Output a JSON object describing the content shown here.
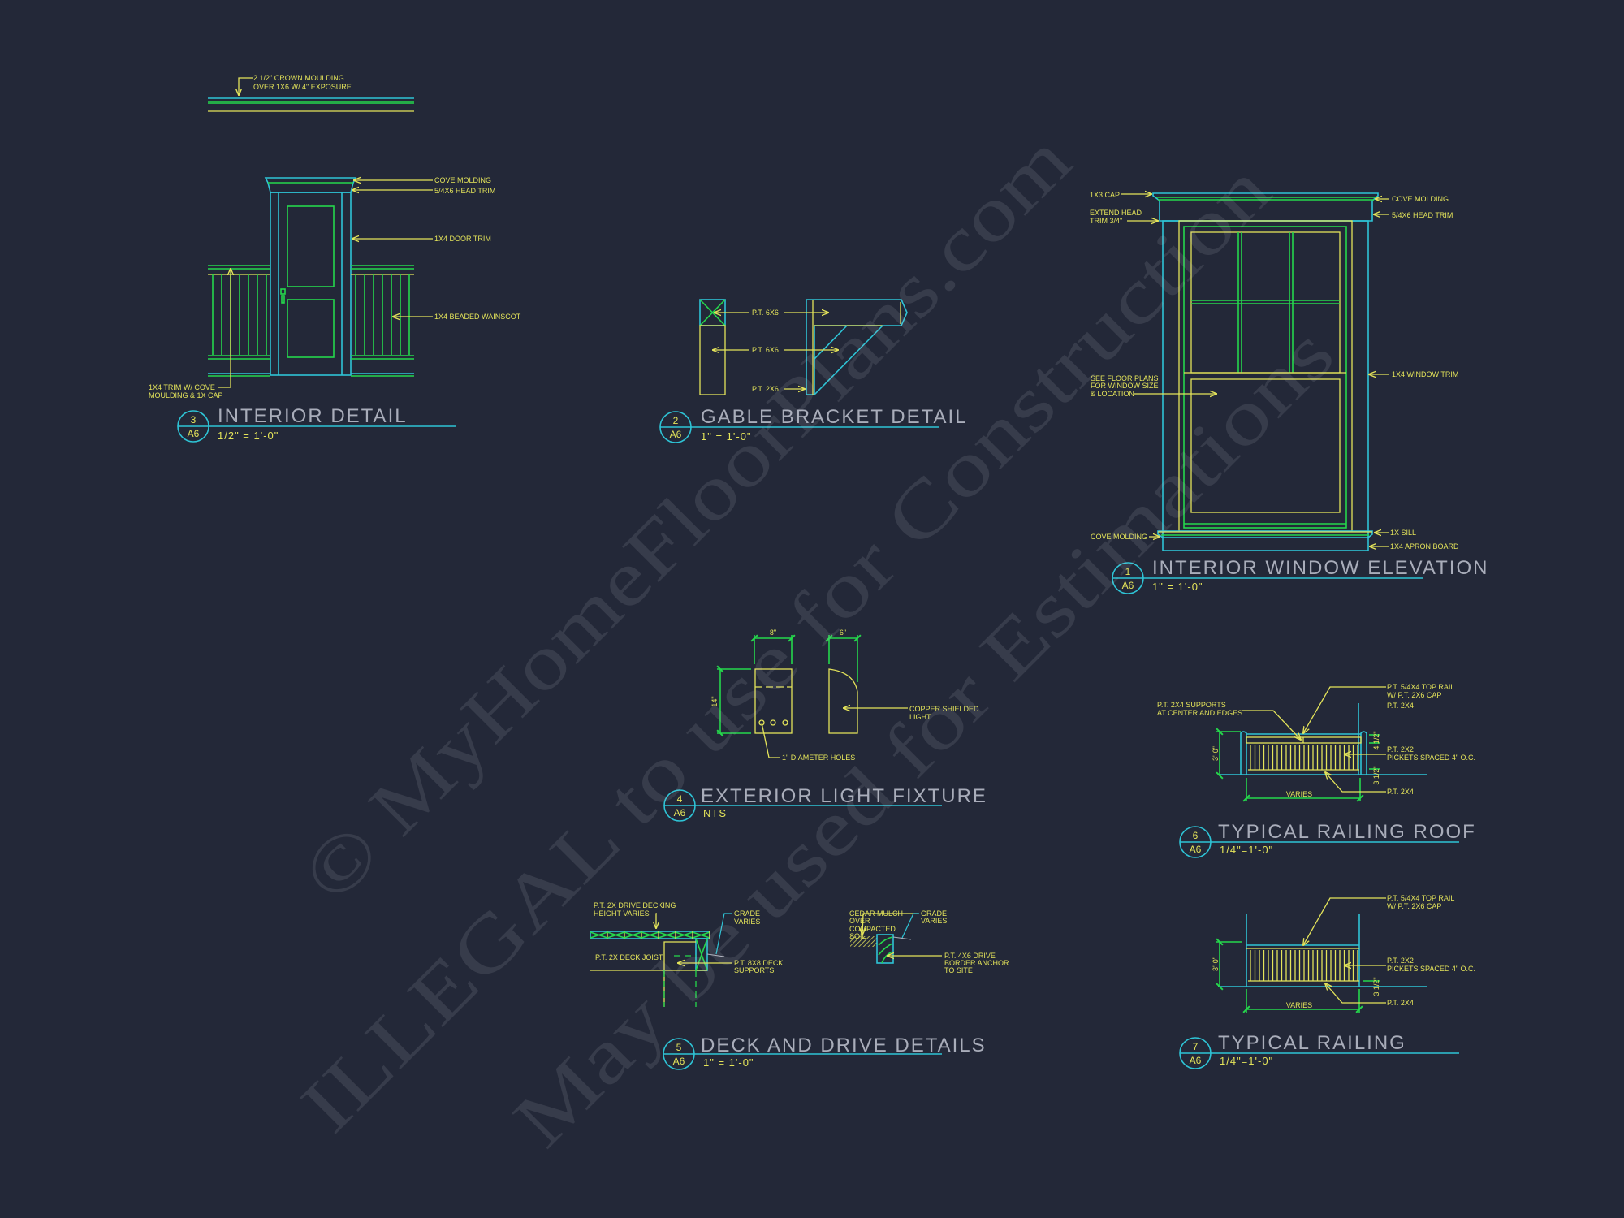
{
  "colors": {
    "background": "#232838",
    "annotation": "#e4e45a",
    "outline": "#2ec4d6",
    "detail": "#25d84c",
    "title": "#a9adba"
  },
  "watermark": [
    "© MyHomeFloorPlans.com",
    "ILLEGAL to use for Construction",
    "May be used for Estimations"
  ],
  "interior_detail": {
    "number": "3",
    "sheet": "A6",
    "title": "INTERIOR DETAIL",
    "scale": "1/2\" = 1'-0\"",
    "labels": [
      "2 1/2\" CROWN MOULDING",
      "OVER 1X6 W/ 4\" EXPOSURE",
      "COVE MOLDING",
      "5/4X6 HEAD TRIM",
      "1X4 DOOR TRIM",
      "1X4 BEADED WAINSCOT",
      "1X4 TRIM W/ COVE",
      "MOULDING & 1X CAP"
    ]
  },
  "gable_bracket": {
    "number": "2",
    "sheet": "A6",
    "title": "GABLE BRACKET DETAIL",
    "scale": "1\" = 1'-0\"",
    "labels": [
      "P.T. 6X6",
      "P.T. 6X6",
      "P.T. 2X6"
    ]
  },
  "window_elevation": {
    "number": "1",
    "sheet": "A6",
    "title": "INTERIOR WINDOW ELEVATION",
    "scale": "1\" = 1'-0\"",
    "labels": [
      "1X3 CAP",
      "EXTEND HEAD",
      "TRIM 3/4\"",
      "COVE MOLDING",
      "5/4X6 HEAD TRIM",
      "1X4 WINDOW TRIM",
      "SEE FLOOR PLANS",
      "FOR WINDOW SIZE",
      "& LOCATION",
      "COVE MOLDING",
      "1X SILL",
      "1X4 APRON BOARD"
    ]
  },
  "light_fixture": {
    "number": "4",
    "sheet": "A6",
    "title": "EXTERIOR LIGHT FIXTURE",
    "scale": "NTS",
    "labels": [
      "8\"",
      "6\"",
      "14\"",
      "COPPER SHIELDED",
      "LIGHT",
      "1\" DIAMETER HOLES"
    ]
  },
  "railing_roof": {
    "number": "6",
    "sheet": "A6",
    "title": "TYPICAL RAILING ROOF",
    "scale": "1/4\"=1'-0\"",
    "labels": [
      "P.T. 5/4X4 TOP RAIL",
      "W/ P.T. 2X6 CAP",
      "P.T. 2X4",
      "P.T. 2X4 SUPPORTS",
      "AT CENTER AND EDGES",
      "P.T. 2X2",
      "PICKETS SPACED 4\" O.C.",
      "P.T. 2X4",
      "3'-0\"",
      "VARIES",
      "4 1/2\"",
      "3 1/2\""
    ]
  },
  "railing": {
    "number": "7",
    "sheet": "A6",
    "title": "TYPICAL RAILING",
    "scale": "1/4\"=1'-0\"",
    "labels": [
      "P.T. 5/4X4 TOP RAIL",
      "W/ P.T. 2X6 CAP",
      "P.T. 2X2",
      "PICKETS SPACED 4\" O.C.",
      "P.T. 2X4",
      "3'-0\"",
      "VARIES",
      "3 1/2\""
    ]
  },
  "deck_drive": {
    "number": "5",
    "sheet": "A6",
    "title": "DECK AND DRIVE DETAILS",
    "scale": "1\" = 1'-0\"",
    "labels": [
      "P.T. 2X DRIVE DECKING",
      "HEIGHT VARIES",
      "GRADE",
      "VARIES",
      "P.T. 2X DECK JOIST",
      "P.T. 8X8 DECK",
      "SUPPORTS",
      "CEDAR MULCH",
      "OVER",
      "COMPACTED",
      "SOIL",
      "GRADE",
      "VARIES",
      "P.T. 4X6 DRIVE",
      "BORDER ANCHOR",
      "TO SITE"
    ]
  }
}
